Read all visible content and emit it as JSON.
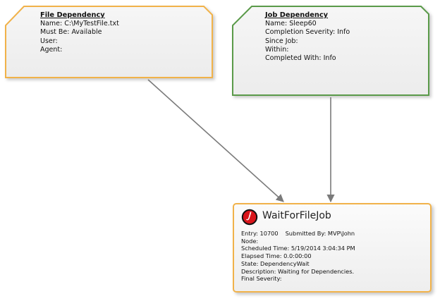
{
  "file_dependency": {
    "title": "File Dependency",
    "name": "Name: C:\\MyTestFile.txt",
    "must_be": "Must Be: Available",
    "user": "User:",
    "agent": "Agent:",
    "border_color": "#f1b24a"
  },
  "job_dependency": {
    "title": "Job Dependency",
    "name": "Name: Sleep60",
    "completion_severity": "Completion Severity: Info",
    "since_job": "Since Job:",
    "within": "Within:",
    "completed_with": "Completed With: Info",
    "border_color": "#5a9a4a"
  },
  "job": {
    "icon": "job-logo-icon",
    "title": "WaitForFileJob",
    "entry": "Entry: 10700",
    "submitted_by": "Submitted By: MVP\\John",
    "node": "Node:",
    "scheduled_time": "Scheduled Time: 5/19/2014 3:04:34 PM",
    "elapsed_time": "Elapsed Time: 0.0:00:00",
    "state": "State: DependencyWait",
    "description": "Description: Waiting for Dependencies.",
    "final_severity": "Final Severity:",
    "border_color": "#f1b24a"
  },
  "connector_color": "#7a7a7a"
}
